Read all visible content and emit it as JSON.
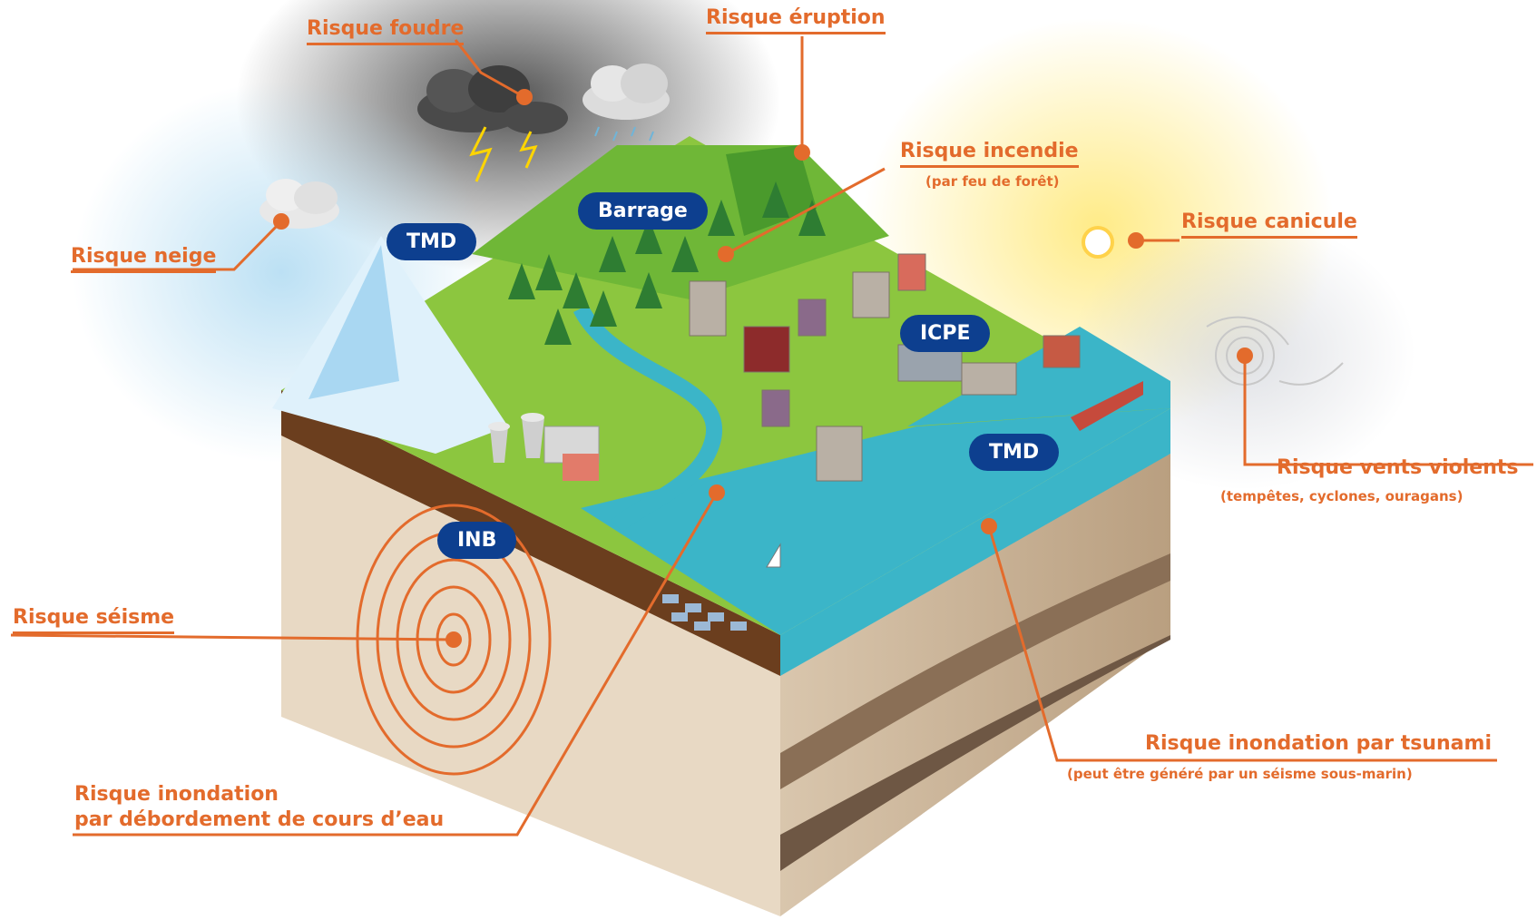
{
  "labels": {
    "foudre": "Risque foudre",
    "eruption": "Risque éruption",
    "incendie": "Risque incendie",
    "incendie_sub": "(par feu de forêt)",
    "neige": "Risque neige",
    "canicule": "Risque canicule",
    "vents": "Risque vents violents",
    "vents_sub": "(tempêtes, cyclones, ouragans)",
    "seisme": "Risque séisme",
    "tsunami": "Risque inondation par tsunami",
    "tsunami_sub": "(peut être généré par un séisme sous-marin)",
    "inondation_line1": "Risque inondation",
    "inondation_line2": "par débordement de cours d’eau"
  },
  "badges": {
    "tmd_top": "TMD",
    "barrage": "Barrage",
    "icpe": "ICPE",
    "tmd_coast": "TMD",
    "inb": "INB"
  },
  "colors": {
    "accent": "#e36b2c",
    "badge": "#0d3f8f",
    "grass": "#8cc63f",
    "forest": "#2e7d32",
    "water": "#3bb5c8",
    "soil": "#e8d9c4",
    "topsoil": "#6b3e1e"
  }
}
